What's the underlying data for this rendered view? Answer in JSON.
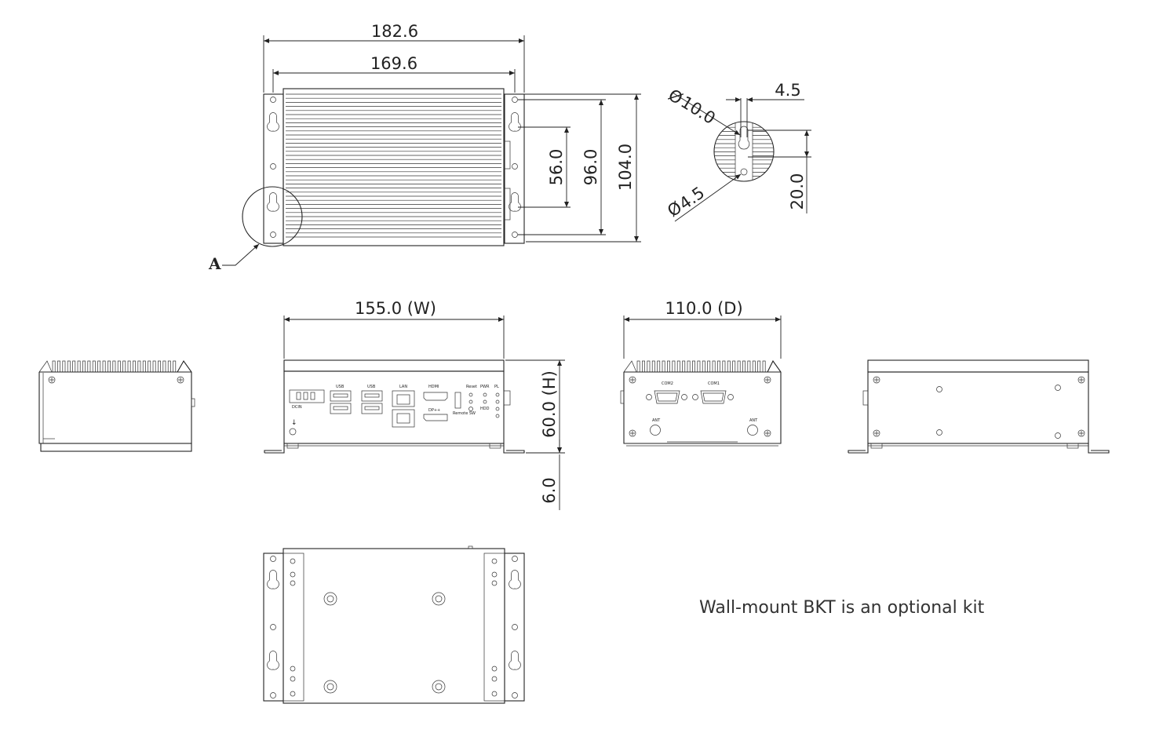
{
  "dimensions": {
    "overall_width_bkt": "182.6",
    "slot_spacing": "169.6",
    "hole_span_small": "56.0",
    "hole_span_mid": "96.0",
    "overall_height_bkt": "104.0",
    "hole_dia": "10.0",
    "slot_width": "4.5",
    "slot_length": "20.0",
    "small_hole_dia": "4.5",
    "width": "155.0 (W)",
    "depth": "110.0 (D)",
    "height": "60.0 (H)",
    "foot": "6.0"
  },
  "detail_label": "A",
  "diameter_symbol": "Ø",
  "front_panel": {
    "usb1": "USB",
    "usb2": "USB",
    "lan": "LAN",
    "hdmi": "HDMI",
    "dp": "DP++",
    "reset": "Reset",
    "pwr": "PWR",
    "hdd": "HDD",
    "pl": "PL",
    "remote": "Remote SW",
    "dcin": "DCIN"
  },
  "rear_panel": {
    "com2": "COM2",
    "com1": "COM1",
    "ant1": "ANT",
    "ant2": "ANT"
  },
  "note": "Wall-mount BKT is an optional kit"
}
